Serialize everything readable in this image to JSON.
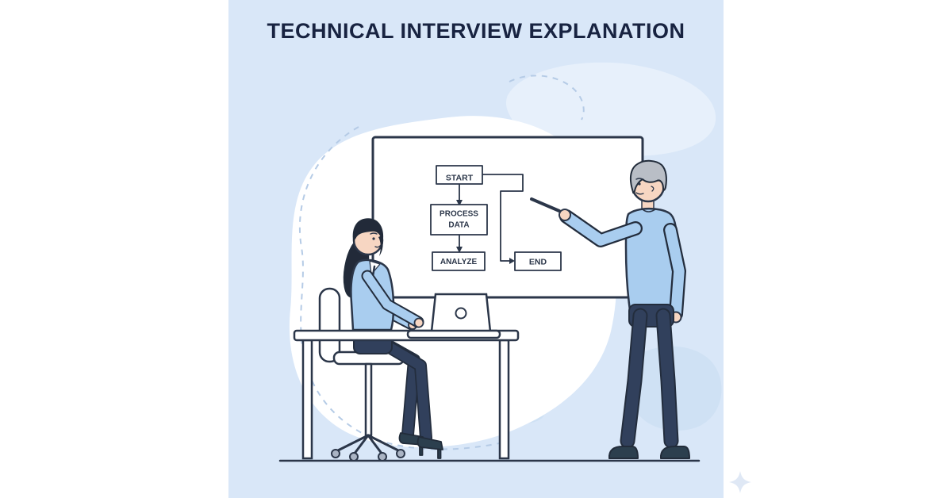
{
  "page": {
    "title": "TECHNICAL INTERVIEW EXPLANATION"
  },
  "whiteboard": {
    "flowchart": {
      "type": "flowchart",
      "nodes": [
        {
          "id": "start",
          "label": "START"
        },
        {
          "id": "process-data",
          "label": "PROCESS DATA",
          "lines": [
            "PROCESS",
            "DATA"
          ]
        },
        {
          "id": "analyze",
          "label": "ANALYZE"
        },
        {
          "id": "end",
          "label": "END"
        }
      ],
      "edges": [
        {
          "from": "start",
          "to": "process-data",
          "style": "arrow-down"
        },
        {
          "from": "process-data",
          "to": "analyze",
          "style": "arrow-down"
        },
        {
          "from": "start",
          "to": "end",
          "style": "elbow-arrow-down-right"
        }
      ]
    }
  },
  "scene": {
    "figures": [
      {
        "name": "woman-seated",
        "pose": "typing-on-laptop-at-desk"
      },
      {
        "name": "man-standing",
        "pose": "pointing-at-whiteboard-with-pen"
      }
    ],
    "props": [
      "whiteboard",
      "desk",
      "laptop",
      "office-chair",
      "pen-pointer",
      "sparkle"
    ]
  },
  "colors": {
    "page_background": "#ffffff",
    "panel": "#d9e7f8",
    "blob_light": "#e7f0fb",
    "blob_dark": "#cfe1f4",
    "blob_white": "#ffffff",
    "dashed_line": "#b5cbe6",
    "outline": "#2b3649",
    "title_text": "#182341",
    "clothing_blue": "#a9cdef",
    "pants_navy": "#31405c",
    "skin": "#f7d6c2",
    "hair_gray": "#b9bec6",
    "hair_black": "#222a39",
    "shoe_dark": "#2c3f4e"
  }
}
